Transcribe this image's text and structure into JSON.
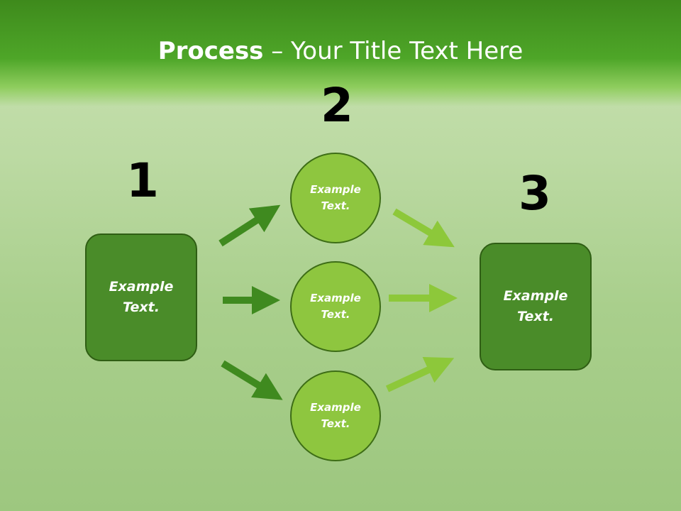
{
  "slide": {
    "title_bold": "Process",
    "title_rest": " – Your Title Text Here"
  },
  "steps": {
    "n1": "1",
    "n2": "2",
    "n3": "3"
  },
  "nodes": {
    "left_box": "Example\nText.",
    "circle_top": "Example\nText.",
    "circle_mid": "Example\nText.",
    "circle_bottom": "Example\nText.",
    "right_box": "Example\nText."
  },
  "colors": {
    "header_green": "#4ea628",
    "box_dark_green": "#4a8c29",
    "circle_light_green": "#8ec63f",
    "arrow_dark": "#3f8a1f",
    "arrow_light": "#8dc83a"
  }
}
